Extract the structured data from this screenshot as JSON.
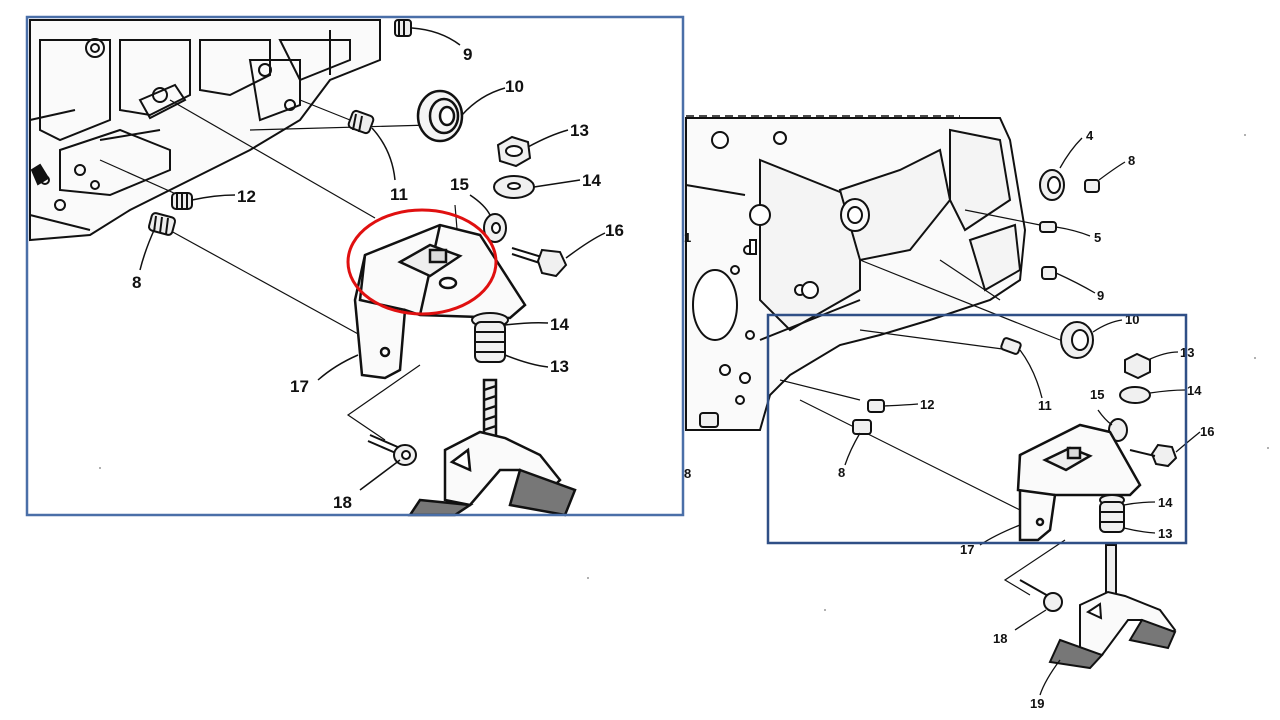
{
  "colors": {
    "frame": "#4a6fa8",
    "frame_dark": "#2f4f86",
    "highlight": "#e01010",
    "ink": "#111111"
  },
  "zoom_view": {
    "labels": {
      "p8": "8",
      "p9": "9",
      "p10": "10",
      "p11": "11",
      "p12": "12",
      "p13a": "13",
      "p13b": "13",
      "p14a": "14",
      "p14b": "14",
      "p15": "15",
      "p16": "16",
      "p17": "17",
      "p18": "18"
    }
  },
  "overview": {
    "labels": {
      "p1": "1",
      "p4": "4",
      "p5": "5",
      "p8a": "8",
      "p8b": "8",
      "p8c": "8",
      "p9": "9",
      "p10": "10",
      "p11": "11",
      "p12": "12",
      "p13a": "13",
      "p13b": "13",
      "p14a": "14",
      "p14b": "14",
      "p15": "15",
      "p16": "16",
      "p17": "17",
      "p18": "18",
      "p19": "19"
    }
  }
}
